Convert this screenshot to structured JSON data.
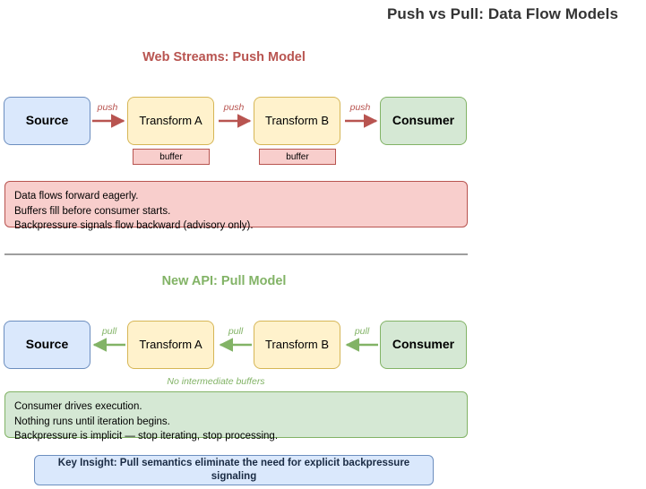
{
  "title": "Push vs Pull: Data Flow Models",
  "colors": {
    "push_accent": "#b85450",
    "pull_accent": "#82b366",
    "source_fill": "#dae8fc",
    "source_stroke": "#6c8ebf",
    "transform_fill": "#fff2cc",
    "transform_stroke": "#d6b656",
    "consumer_fill": "#d5e8d4",
    "consumer_stroke": "#82b366",
    "buffer_fill": "#f8cecc",
    "buffer_stroke": "#b85450",
    "divider": "#9e9e9e",
    "title_text": "#333333"
  },
  "push_section": {
    "heading": "Web Streams: Push Model",
    "nodes": [
      {
        "label": "Source"
      },
      {
        "label": "Transform A"
      },
      {
        "label": "Transform B"
      },
      {
        "label": "Consumer"
      }
    ],
    "arrow_labels": [
      "push",
      "push",
      "push"
    ],
    "arrow_direction": "forward",
    "buffers": [
      {
        "label": "buffer"
      },
      {
        "label": "buffer"
      }
    ],
    "note_lines": [
      "Data flows forward eagerly.",
      "Buffers fill before consumer starts.",
      "Backpressure signals flow backward (advisory only)."
    ]
  },
  "pull_section": {
    "heading": "New API: Pull Model",
    "nodes": [
      {
        "label": "Source"
      },
      {
        "label": "Transform A"
      },
      {
        "label": "Transform B"
      },
      {
        "label": "Consumer"
      }
    ],
    "arrow_labels": [
      "pull",
      "pull",
      "pull"
    ],
    "arrow_direction": "backward",
    "buffer_note": "No intermediate buffers",
    "note_lines": [
      "Consumer drives execution.",
      "Nothing runs until iteration begins.",
      "Backpressure is implicit — stop iterating, stop processing."
    ]
  },
  "key_insight": "Key Insight: Pull semantics eliminate the need for explicit backpressure signaling"
}
